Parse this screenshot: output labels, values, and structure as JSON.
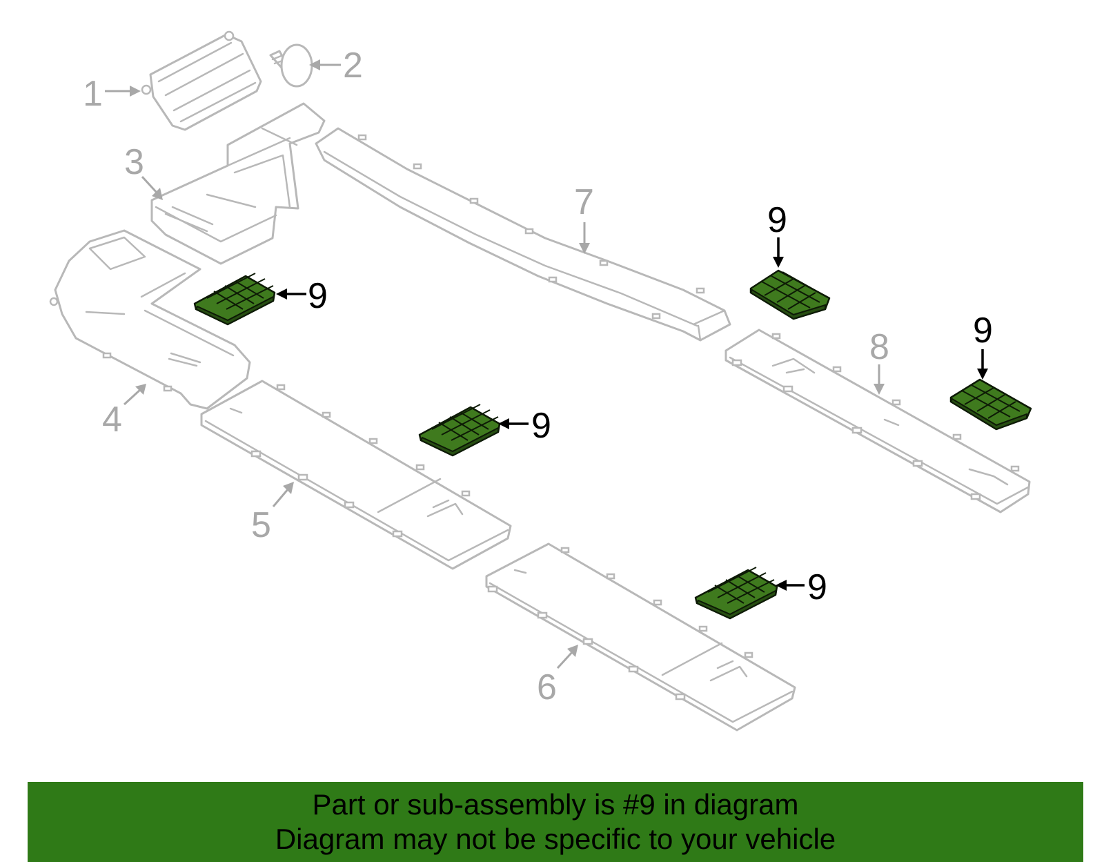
{
  "callouts": {
    "c1": "1",
    "c2": "2",
    "c3": "3",
    "c4": "4",
    "c5": "5",
    "c6": "6",
    "c7": "7",
    "c8": "8",
    "c9": "9"
  },
  "banner": {
    "line1": "Part or sub-assembly is #9 in diagram",
    "line2": "Diagram may not be specific to your vehicle",
    "background": "#2f7a17"
  },
  "colors": {
    "highlight_part": "#3f7a1e",
    "other_parts": "#b8b8b8"
  }
}
